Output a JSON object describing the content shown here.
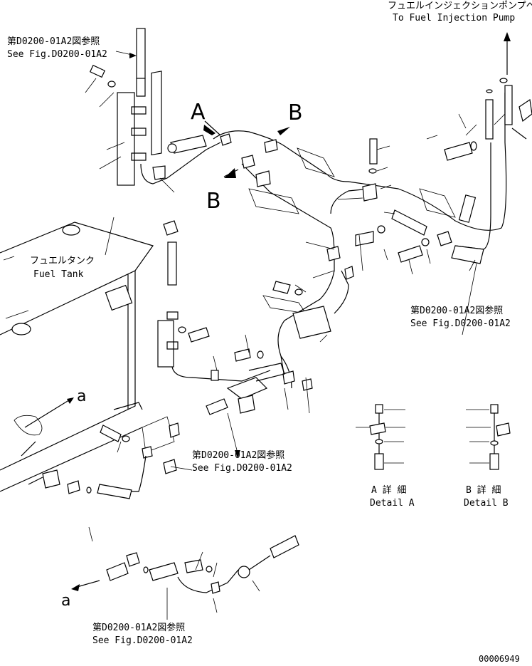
{
  "refs": {
    "top_left": {
      "jp": "第D0200-01A2図参照",
      "en": "See Fig.D0200-01A2"
    },
    "right": {
      "jp": "第D0200-01A2図参照",
      "en": "See Fig.D0200-01A2"
    },
    "center": {
      "jp": "第D0200-01A2図参照",
      "en": "See Fig.D0200-01A2"
    },
    "bottom": {
      "jp": "第D0200-01A2図参照",
      "en": "See Fig.D0200-01A2"
    }
  },
  "pump": {
    "jp": "フュエルインジェクションポンプへ",
    "en": "To Fuel Injection Pump"
  },
  "tank": {
    "jp": "フュエルタンク",
    "en": "Fuel Tank"
  },
  "markers": {
    "A": "A",
    "B": "B",
    "a": "a"
  },
  "details": {
    "A": {
      "jp": "A 詳 細",
      "en": "Detail A"
    },
    "B": {
      "jp": "B 詳 細",
      "en": "Detail B"
    }
  },
  "doc_number": "00006949"
}
